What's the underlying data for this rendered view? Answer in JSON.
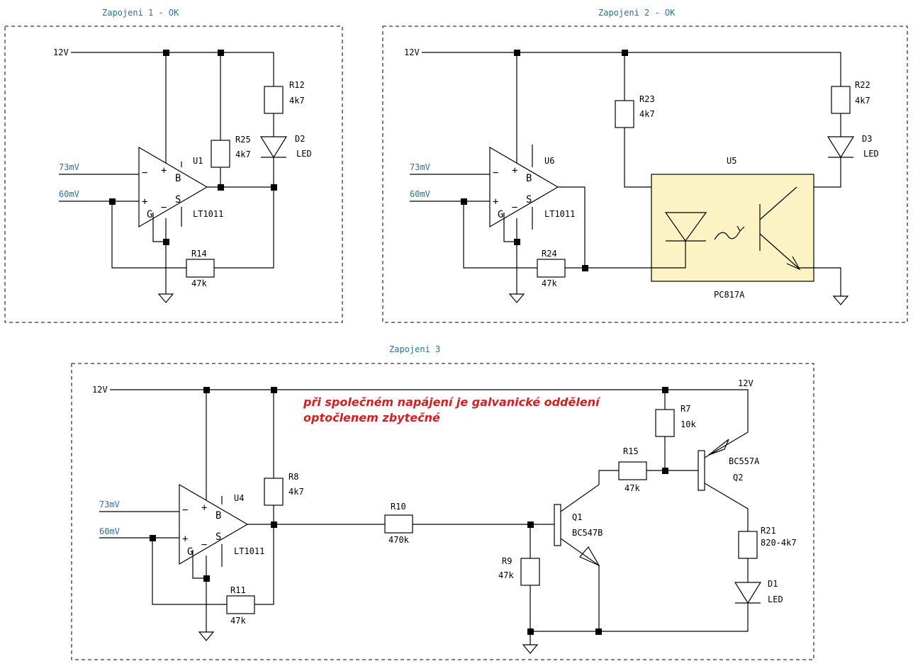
{
  "titles": {
    "c1": "Zapojeni 1 - OK",
    "c2": "Zapojeni 2 - OK",
    "c3": "Zapojeni 3"
  },
  "signals": {
    "v12": "12V",
    "in_pos": "73mV",
    "in_neg": "60mV"
  },
  "opamp_pins": {
    "plus": "+",
    "minus": "−",
    "b": "B",
    "s": "S",
    "g": "G"
  },
  "c1": {
    "u_ref": "U1",
    "u_val": "LT1011",
    "r12_ref": "R12",
    "r12_val": "4k7",
    "r25_ref": "R25",
    "r25_val": "4k7",
    "d2_ref": "D2",
    "d2_val": "LED",
    "r14_ref": "R14",
    "r14_val": "47k"
  },
  "c2": {
    "u_ref": "U6",
    "u_val": "LT1011",
    "r23_ref": "R23",
    "r23_val": "4k7",
    "r22_ref": "R22",
    "r22_val": "4k7",
    "d3_ref": "D3",
    "d3_val": "LED",
    "r24_ref": "R24",
    "r24_val": "47k",
    "u5_ref": "U5",
    "u5_val": "PC817A"
  },
  "c3": {
    "note_line1": "při společném napájení je galvanické oddělení",
    "note_line2": "optočlenem zbytečné",
    "u_ref": "U4",
    "u_val": "LT1011",
    "r8_ref": "R8",
    "r8_val": "4k7",
    "r10_ref": "R10",
    "r10_val": "470k",
    "r11_ref": "R11",
    "r11_val": "47k",
    "r9_ref": "R9",
    "r9_val": "47k",
    "q1_ref": "Q1",
    "q1_val": "BC547B",
    "r15_ref": "R15",
    "r15_val": "47k",
    "r7_ref": "R7",
    "r7_val": "10k",
    "q2_ref": "Q2",
    "q2_val": "BC557A",
    "r21_ref": "R21",
    "r21_val": "820-4k7",
    "d1_ref": "D1",
    "d1_val": "LED",
    "v12_right": "12V"
  }
}
